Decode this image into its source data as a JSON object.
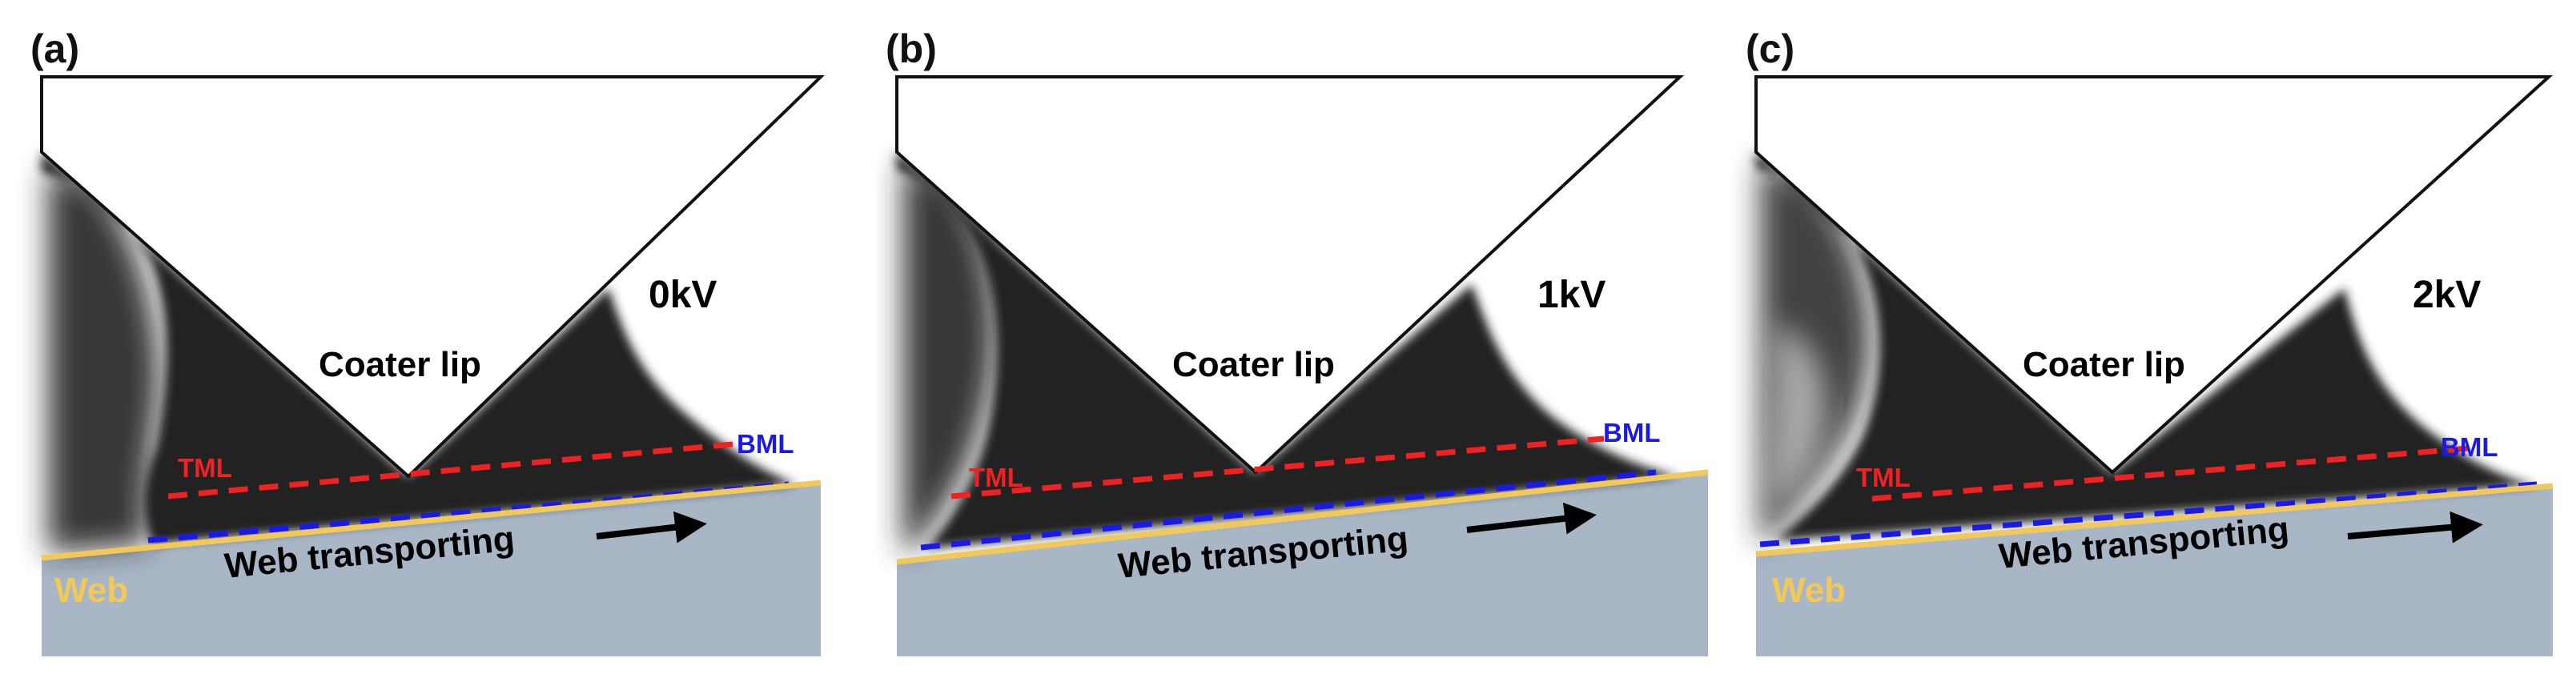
{
  "figure": {
    "colors": {
      "substrate": "#a9b6c6",
      "web_line": "#f0c95a",
      "tml_line": "#ee2222",
      "bml_line": "#1a1ae6",
      "liquid": "#232323",
      "lip_fill": "#ffffff",
      "text": "#000000"
    },
    "panels": [
      {
        "panel_label": "(a)",
        "voltage": "0kV",
        "lip_label": "Coater lip",
        "tml_label": "TML",
        "bml_label": "BML",
        "transport_label": "Web transporting",
        "web_label": "Web"
      },
      {
        "panel_label": "(b)",
        "voltage": "1kV",
        "lip_label": "Coater lip",
        "tml_label": "TML",
        "bml_label": "BML",
        "transport_label": "Web transporting",
        "web_label": ""
      },
      {
        "panel_label": "(c)",
        "voltage": "2kV",
        "lip_label": "Coater lip",
        "tml_label": "TML",
        "bml_label": "BML",
        "transport_label": "Web transporting",
        "web_label": "Web"
      }
    ]
  }
}
